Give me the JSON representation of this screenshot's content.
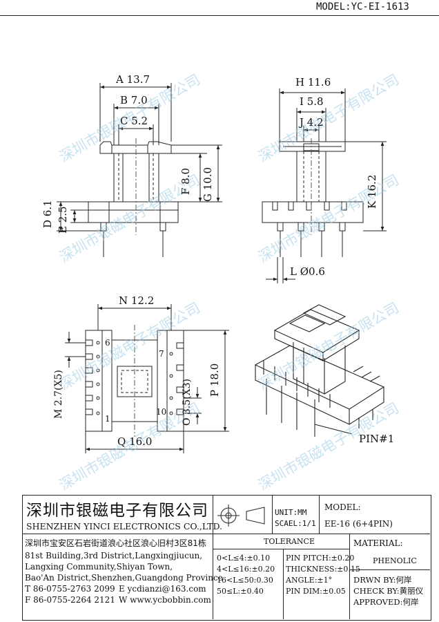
{
  "header": {
    "model": "MODEL:YC-EI-1613"
  },
  "watermark": "深圳市银磁电子有限公司",
  "dims": {
    "A": "A 13.7",
    "B": "B 7.0",
    "C": "C 5.2",
    "D": "D 6.1",
    "E": "E 2.5",
    "F": "F 8.0",
    "G": "G 10.0",
    "H": "H 11.6",
    "I": "I 5.8",
    "J": "J 4.2",
    "K": "K 16.2",
    "L": "L Ø0.6",
    "N": "N 12.2",
    "M": "M 2.7(X5)",
    "O": "O 3.5(X3)",
    "P": "P 18.0",
    "Q": "Q 16.0"
  },
  "pins": {
    "p6": "6",
    "p1": "1",
    "p7": "7",
    "p10": "10",
    "pin1": "PIN#1"
  },
  "titleblock": {
    "company_cn": "深圳市银磁电子有限公司",
    "company_en": "SHENZHEN YINCI ELECTRONICS CO.,LTD.",
    "addr_cn": "深圳市宝安区石岩街道浪心社区浪心旧村3区81栋",
    "addr_en1": "81st Building,3rd District,Langxingjiucun,",
    "addr_en2": "Langxing Community,Shiyan Town,",
    "addr_en3": "Bao'An District,Shenzhen,Guangdong Province",
    "tel": "T 86-0755-2763 2099",
    "email": "E ycdianzi@163.com",
    "fax": "F 86-0755-2264 2121",
    "web": "W www.ycbobbin.com",
    "unit": "UNIT:MM",
    "scale": "SCAEL:1/1",
    "model_label": "MODEL:",
    "model_value": "EE-16 (6+4PIN)",
    "tolerance_title": "TOLERANCE",
    "tol1": "0<L≤4:±0.10",
    "tol2": "4<L≤16:±0.20",
    "tol3": "16<L≤50:0.30",
    "tol4": "50≤L:±0.40",
    "pin_pitch": "PIN PITCH:±0.20",
    "thickness": "THICKNESS:±0.15",
    "angle": "ANGLE:±1°",
    "pin_dim": "PIN DIM:±0.05",
    "material_label": "MATERIAL:",
    "material_value": "PHENOLIC",
    "drawn": "DRWN BY:何岸",
    "check": "CHECK BY:黄丽仪",
    "approved": "APPROVED:何岸"
  }
}
